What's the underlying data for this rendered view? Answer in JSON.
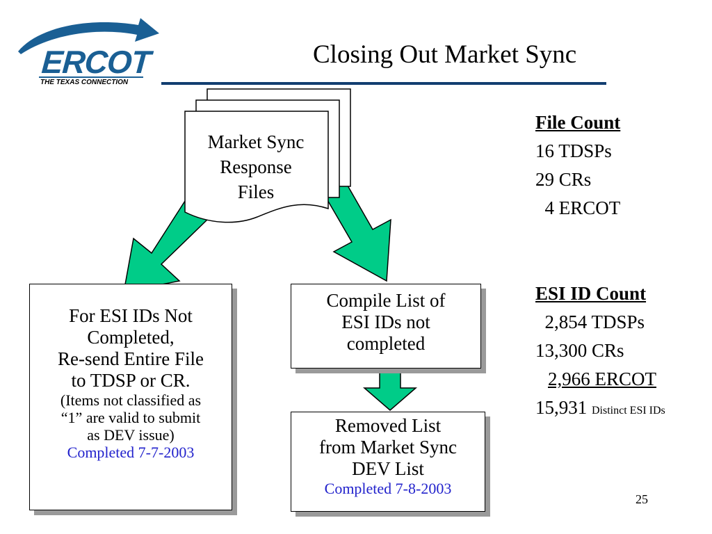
{
  "header": {
    "title": "Closing Out Market Sync",
    "logo_word": "ERCOT",
    "logo_tagline": "THE TEXAS CONNECTION"
  },
  "colors": {
    "arrow_fill": "#00cc88",
    "rule": "#123e70",
    "logo_blue": "#1a5f94",
    "completed_text": "#2222cc",
    "shadow": "#9a9a9a"
  },
  "diagram": {
    "documents": {
      "line1": "Market Sync",
      "line2": "Response",
      "line3": "Files"
    },
    "left_box": {
      "line1": "For ESI IDs Not",
      "line2": "Completed,",
      "line3": "Re-send Entire File",
      "line4": "to TDSP or CR.",
      "note1": "(Items not classified as",
      "note2": "“1” are valid to submit",
      "note3": "as DEV issue)",
      "completed": "Completed 7-7-2003"
    },
    "compile_box": {
      "line1": "Compile List  of",
      "line2": "ESI IDs not",
      "line3": "completed"
    },
    "removed_box": {
      "line1": "Removed List",
      "line2": "from Market Sync",
      "line3": "DEV List",
      "completed": "Completed 7-8-2003"
    }
  },
  "file_count": {
    "heading": "File Count",
    "rows": [
      "16 TDSPs",
      "29 CRs",
      "  4 ERCOT"
    ]
  },
  "esi_count": {
    "heading": "ESI ID Count",
    "row1": "  2,854 TDSPs",
    "row2": "13,300 CRs",
    "row3": "2,966 ERCOT",
    "row4_num": "15,931",
    "row4_label": "Distinct ESI IDs"
  },
  "page_number": "25"
}
